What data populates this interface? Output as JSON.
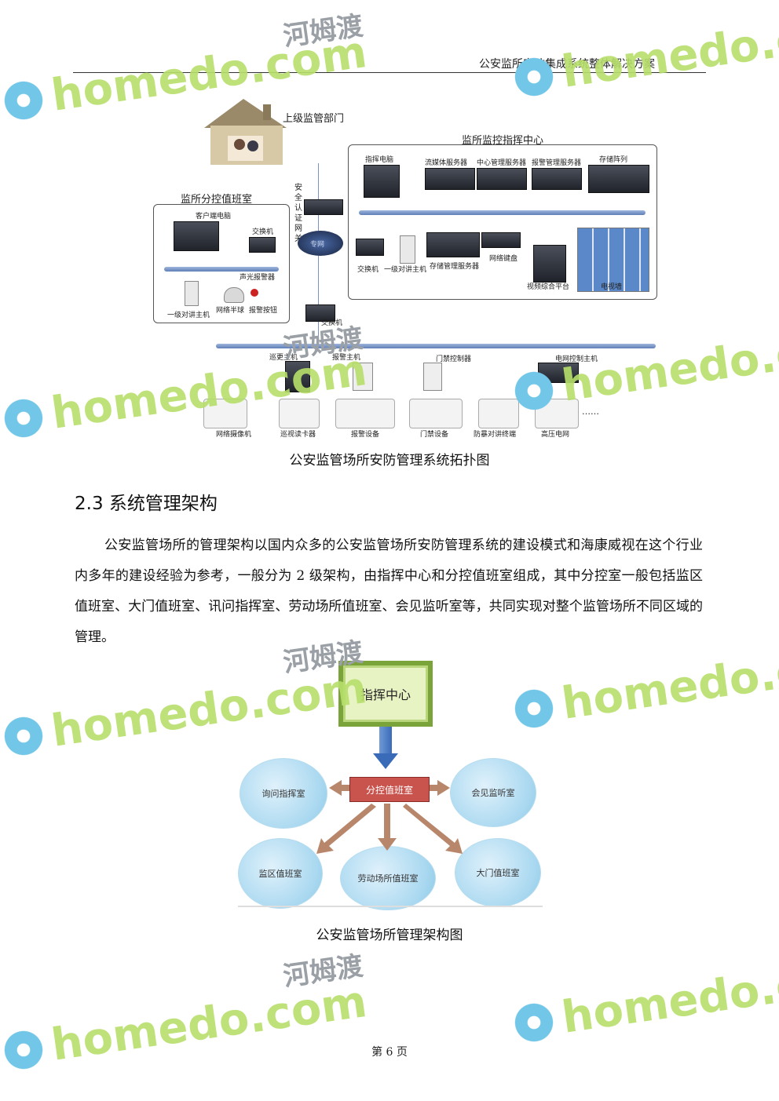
{
  "header": {
    "title": "公安监所安防集成系统整体解决方案"
  },
  "topology": {
    "superior": "上级监管部门",
    "command_center": "监所监控指挥中心",
    "branch_room": "监所分控值班室",
    "gateway": "安全认证网关",
    "cloud": "专网",
    "center_devices": [
      "指挥电脑",
      "流媒体服务器",
      "中心管理服务器",
      "报警管理服务器",
      "存储阵列"
    ],
    "center_lower": [
      "交换机",
      "一级对讲主机",
      "存储管理服务器",
      "网络键盘",
      "视频综合平台",
      "电视墙"
    ],
    "branch_devices": [
      "客户端电脑",
      "交换机",
      "声光报警器",
      "一级对讲主机",
      "网络半球",
      "报警按钮"
    ],
    "mid_switch": "交换机",
    "bottom_top": [
      "巡更主机",
      "报警主机",
      "门禁控制器",
      "电网控制主机"
    ],
    "bottom_devices": [
      "网络摄像机",
      "巡视读卡器",
      "报警设备",
      "门禁设备",
      "防暴对讲终端",
      "高压电网"
    ],
    "ellipsis": "……"
  },
  "caption1": "公安监管场所安防管理系统拓扑图",
  "section": {
    "heading": "2.3 系统管理架构"
  },
  "paragraph": "公安监管场所的管理架构以国内众多的公安监管场所安防管理系统的建设模式和海康威视在这个行业内多年的建设经验为参考，一般分为 2 级架构，由指挥中心和分控值班室组成，其中分控室一般包括监区值班室、大门值班室、讯问指挥室、劳动场所值班室、会见监听室等，共同实现对整个监管场所不同区域的管理。",
  "org": {
    "top": "指挥中心",
    "middle": "分控值班室",
    "left": "询问指挥室",
    "right": "会见监听室",
    "bottom_left": "监区值班室",
    "bottom_center": "劳动场所值班室",
    "bottom_right": "大门值班室"
  },
  "caption2": "公安监管场所管理架构图",
  "footer": {
    "page_label": "第 6 页"
  },
  "watermark": {
    "site": "homedo.com",
    "cn": "河姆渡",
    "color": "#b7df6b"
  }
}
